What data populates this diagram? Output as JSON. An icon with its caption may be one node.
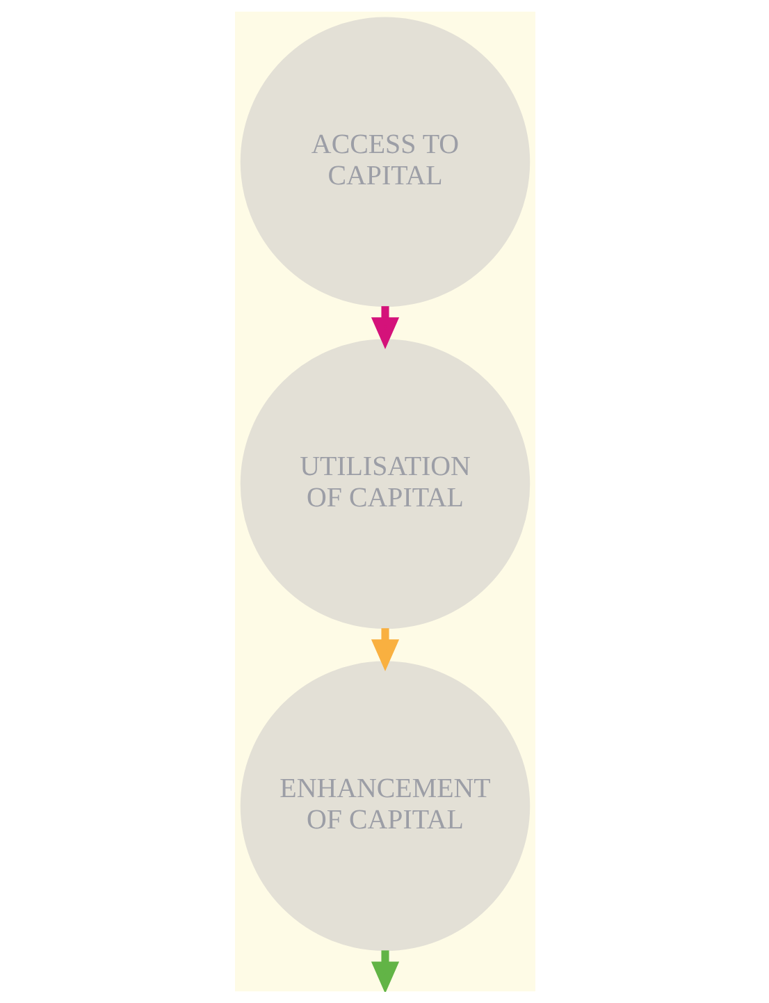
{
  "diagram": {
    "nodes": [
      {
        "text": [
          "ACCESS TO CAPITAL"
        ]
      },
      {
        "text": [
          "UTILISATION OF CAPITAL"
        ]
      },
      {
        "text": [
          "ENHANCEMENT OF CAPITAL"
        ]
      }
    ],
    "edges": [
      {
        "from": 0,
        "to": 1,
        "arrow": "to",
        "color": "#d4127a"
      },
      {
        "from": 1,
        "to": 2,
        "arrow": "to",
        "color": "#f9b040"
      },
      {
        "from": 2,
        "to": null,
        "arrow": "to",
        "color": "#62b446"
      }
    ]
  }
}
